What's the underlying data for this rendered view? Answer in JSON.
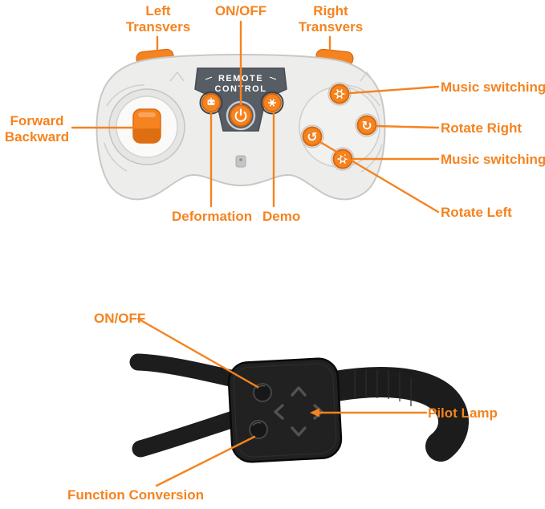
{
  "colors": {
    "accent": "#F5831F",
    "button_orange": "#F5831F",
    "button_orange_dark": "#D9690F",
    "controller_body": "#EDEDEB",
    "panel_dark": "#575D64",
    "band_black": "#1C1C1C",
    "background": "#FFFFFF"
  },
  "controller": {
    "brand_line1": "REMOTE",
    "brand_line2": "CONTROL",
    "icons": {
      "rotate_right_glyph": "↻",
      "rotate_left_glyph": "↺"
    },
    "callouts": {
      "left_transvers": "Left Transvers",
      "on_off": "ON/OFF",
      "right_transvers": "Right Transvers",
      "music_switching_top": "Music switching",
      "rotate_right": "Rotate Right",
      "music_switching_bottom": "Music switching",
      "rotate_left": "Rotate Left",
      "forward_backward": "Forward Backward",
      "deformation": "Deformation",
      "demo": "Demo"
    }
  },
  "watch": {
    "callouts": {
      "on_off": "ON/OFF",
      "pilot_lamp": "Pilot Lamp",
      "function_conversion": "Function Conversion"
    }
  }
}
